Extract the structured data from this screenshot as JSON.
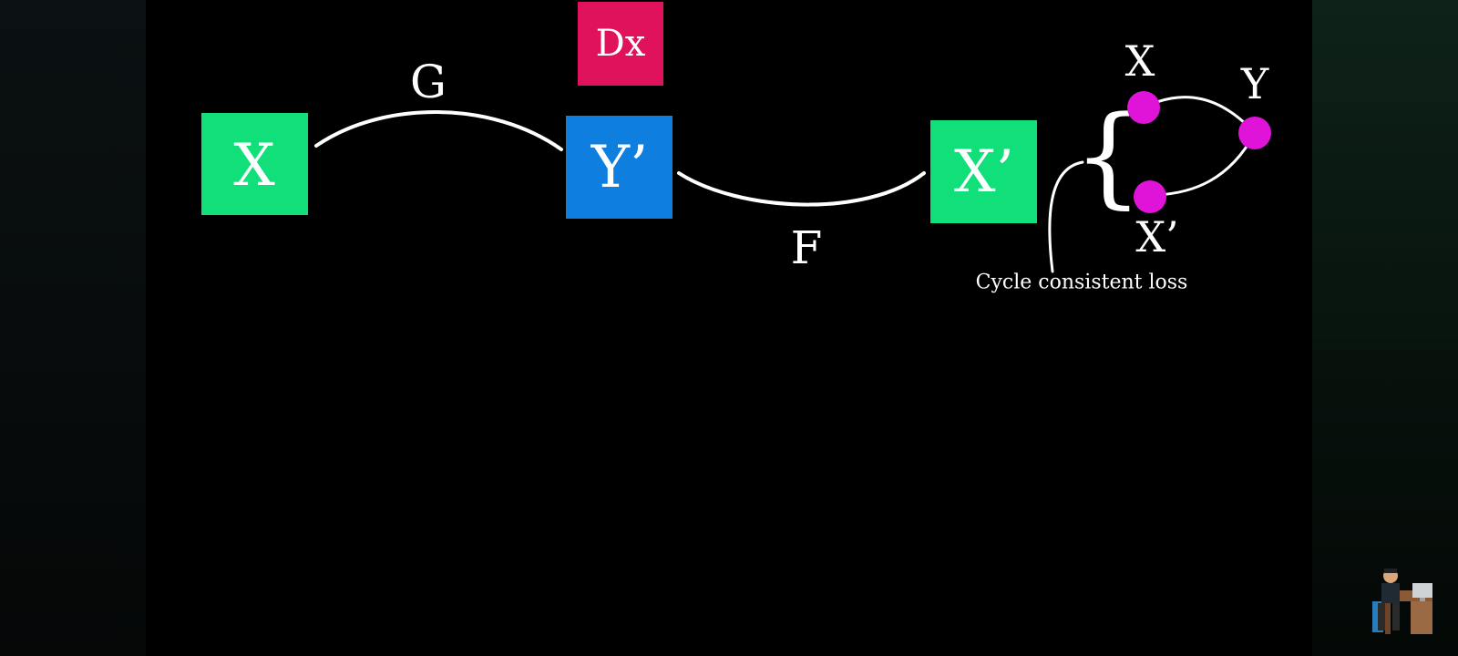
{
  "diagram": {
    "nodes": {
      "x": {
        "label": "X",
        "color": "#11e07a"
      },
      "y_prime": {
        "label": "Y’",
        "color": "#0f7fdf"
      },
      "x_prime": {
        "label": "X’",
        "color": "#11e07a"
      },
      "dx": {
        "label": "Dx",
        "color": "#e0125c"
      }
    },
    "edges": {
      "g": {
        "label": "G"
      },
      "f": {
        "label": "F"
      }
    },
    "loss": {
      "caption": "Cycle consistent loss",
      "points": {
        "x": {
          "label": "X"
        },
        "y": {
          "label": "Y"
        },
        "x_prime": {
          "label": "X’"
        }
      },
      "point_color": "#e014d8"
    }
  }
}
